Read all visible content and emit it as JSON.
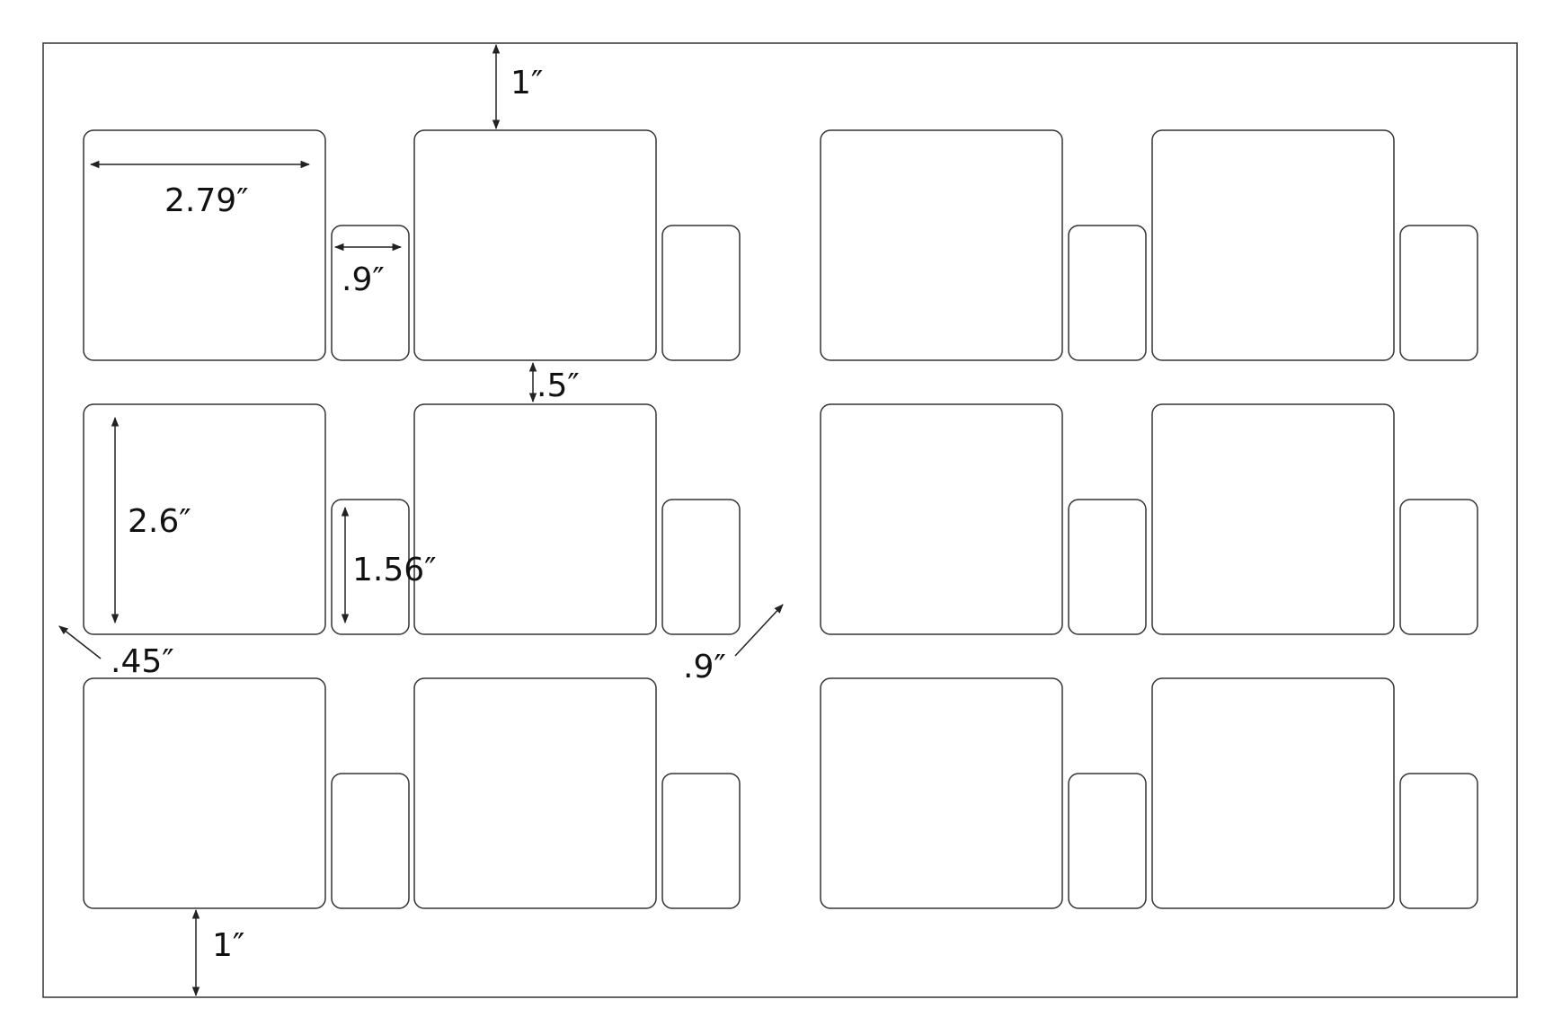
{
  "dimensions": {
    "top_margin": "1″",
    "label_width": "2.79″",
    "tab_width": ".9″",
    "row_gap": ".5″",
    "label_height": "2.6″",
    "tab_height": "1.56″",
    "side_margin": ".45″",
    "group_gap": ".9″",
    "bottom_margin": "1″"
  },
  "layout": {
    "rows": 3,
    "groups": 2,
    "pairs_per_group": 2
  },
  "colors": {
    "stroke": "#333333",
    "text": "#111111",
    "background": "#ffffff"
  }
}
